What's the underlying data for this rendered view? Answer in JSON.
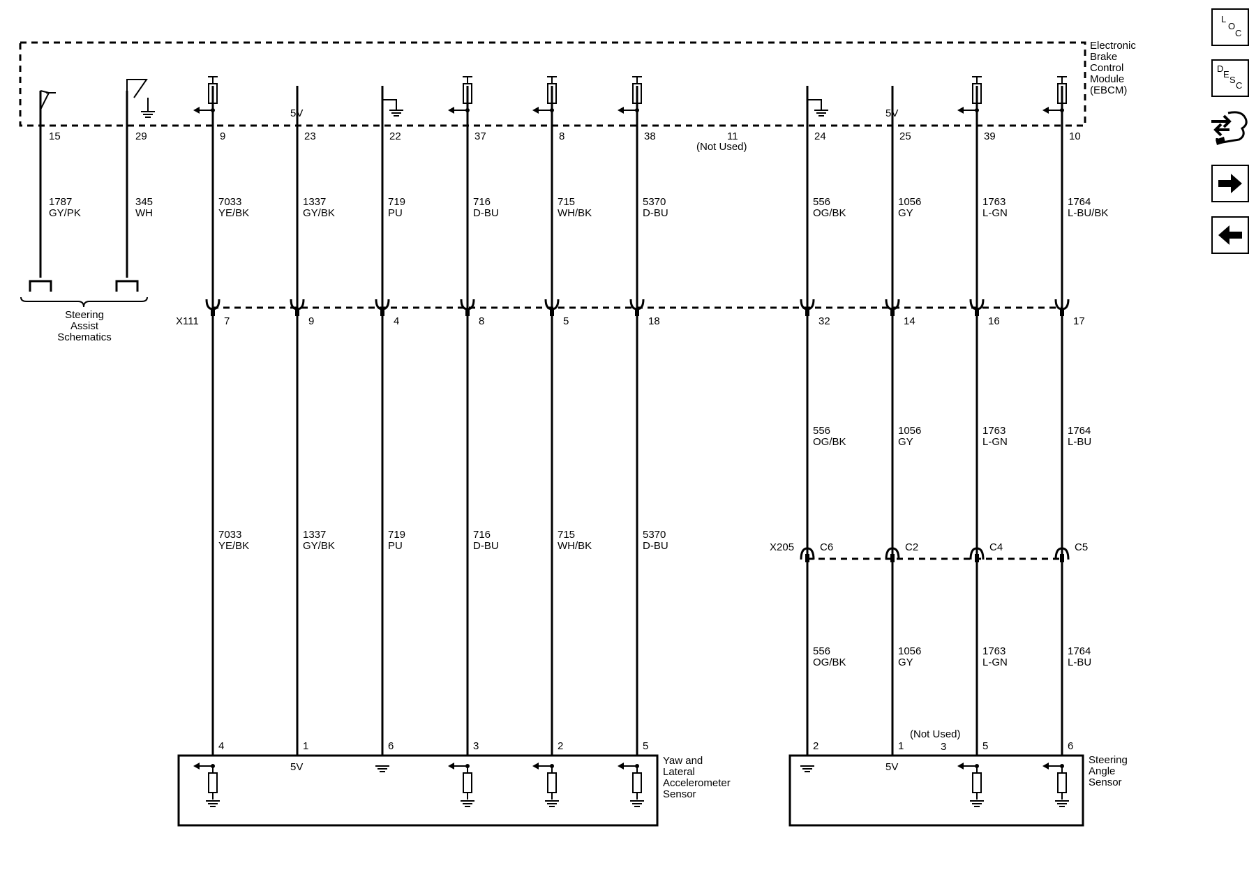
{
  "module": {
    "lines": [
      "Electronic",
      "Brake",
      "Control",
      "Module",
      "(EBCM)"
    ]
  },
  "steering_assist": {
    "lines": [
      "Steering",
      "Assist",
      "Schematics"
    ]
  },
  "left_wires": [
    {
      "pin": "15",
      "circuit": "1787",
      "color": "GY/PK",
      "symbol": "switch"
    },
    {
      "pin": "29",
      "circuit": "345",
      "color": "WH",
      "symbol": "switch-ground"
    }
  ],
  "connectors": {
    "x111": "X111",
    "x205": "X205"
  },
  "yaw_wires": [
    {
      "ebcm_pin": "9",
      "circuit": "7033",
      "color": "YE/BK",
      "x111_pin": "7",
      "sensor_pin": "4",
      "symbol": "resistor"
    },
    {
      "ebcm_pin": "23",
      "circuit": "1337",
      "color": "GY/BK",
      "x111_pin": "9",
      "sensor_pin": "1",
      "symbol": "5v"
    },
    {
      "ebcm_pin": "22",
      "circuit": "719",
      "color": "PU",
      "x111_pin": "4",
      "sensor_pin": "6",
      "symbol": "ground"
    },
    {
      "ebcm_pin": "37",
      "circuit": "716",
      "color": "D-BU",
      "x111_pin": "8",
      "sensor_pin": "3",
      "symbol": "resistor"
    },
    {
      "ebcm_pin": "8",
      "circuit": "715",
      "color": "WH/BK",
      "x111_pin": "5",
      "sensor_pin": "2",
      "symbol": "resistor"
    },
    {
      "ebcm_pin": "38",
      "circuit": "5370",
      "color": "D-BU",
      "x111_pin": "18",
      "sensor_pin": "5",
      "symbol": "resistor"
    }
  ],
  "unused_pin": {
    "pin": "11",
    "note": "(Not Used)"
  },
  "angle_wires": [
    {
      "ebcm_pin": "24",
      "circuit": "556",
      "color": "OG/BK",
      "x111_pin": "32",
      "x205_pin": "C6",
      "sensor_pin": "2",
      "symbol": "ground",
      "color_lower": "OG/BK"
    },
    {
      "ebcm_pin": "25",
      "circuit": "1056",
      "color": "GY",
      "x111_pin": "14",
      "x205_pin": "C2",
      "sensor_pin": "1",
      "symbol": "5v",
      "color_lower": "GY"
    },
    {
      "ebcm_pin": "39",
      "circuit": "1763",
      "color": "L-GN",
      "x111_pin": "16",
      "x205_pin": "C4",
      "sensor_pin": "5",
      "symbol": "resistor",
      "color_lower": "L-GN"
    },
    {
      "ebcm_pin": "10",
      "circuit": "1764",
      "color": "L-BU/BK",
      "x111_pin": "17",
      "x205_pin": "C5",
      "sensor_pin": "6",
      "symbol": "resistor",
      "color_lower": "L-BU"
    }
  ],
  "voltage_label": "5V",
  "yaw_sensor": {
    "lines": [
      "Yaw and",
      "Lateral",
      "Accelerometer",
      "Sensor"
    ]
  },
  "angle_sensor": {
    "lines": [
      "Steering",
      "Angle",
      "Sensor"
    ],
    "unused_pin": "3",
    "unused_note": "(Not Used)"
  },
  "nav": [
    {
      "name": "loc-button",
      "letters": [
        "L",
        "O",
        "C"
      ]
    },
    {
      "name": "desc-button",
      "letters": [
        "D",
        "E",
        "S",
        "C"
      ]
    },
    {
      "name": "connector-view-button",
      "icon": "connector-tool-icon"
    },
    {
      "name": "next-page-button",
      "icon": "arrow-right-icon"
    },
    {
      "name": "previous-page-button",
      "icon": "arrow-left-icon"
    }
  ]
}
